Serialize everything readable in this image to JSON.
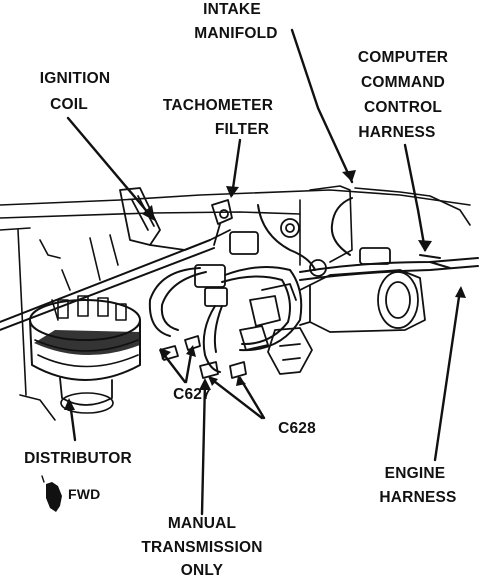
{
  "labels": {
    "intake_manifold": [
      "INTAKE",
      "MANIFOLD"
    ],
    "computer_harness": [
      "COMPUTER",
      "COMMAND",
      "CONTROL",
      "HARNESS"
    ],
    "ignition_coil": [
      "IGNITION",
      "COIL"
    ],
    "tachometer_filter": [
      "TACHOMETER",
      "FILTER"
    ],
    "c627": "C627",
    "c628": "C628",
    "distributor": "DISTRIBUTOR",
    "fwd": "FWD",
    "engine_harness": [
      "ENGINE",
      "HARNESS"
    ],
    "manual_transmission": [
      "MANUAL",
      "TRANSMISSION",
      "ONLY"
    ]
  },
  "colors": {
    "ink": "#111111",
    "background": "#ffffff"
  }
}
